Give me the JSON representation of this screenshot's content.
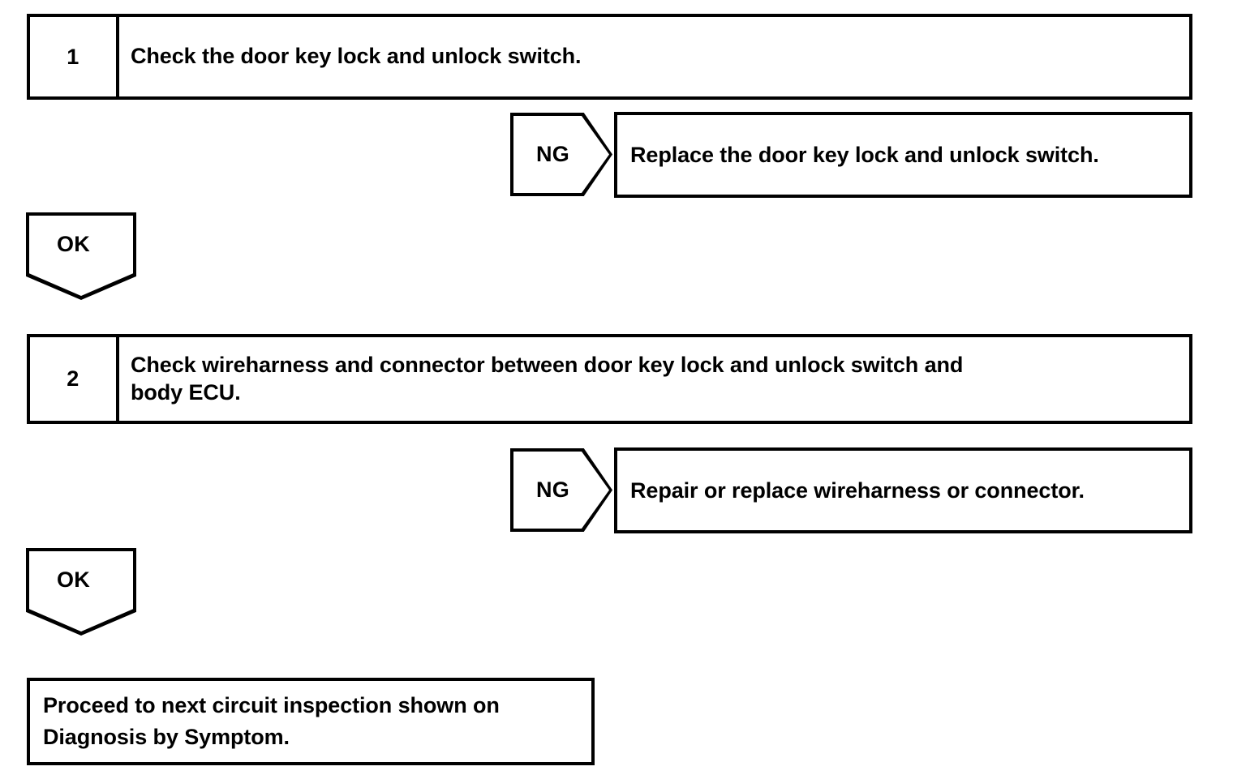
{
  "diagram": {
    "type": "troubleshooting-flowchart",
    "title": "",
    "colors": {
      "line": "#000000",
      "background": "#ffffff",
      "text": "#000000"
    },
    "steps": [
      {
        "number": "1",
        "text": "Check the door key lock and unlock switch.",
        "ng_label": "NG",
        "ng_result": "Replace the door key lock and unlock switch.",
        "ok_label": "OK"
      },
      {
        "number": "2",
        "text_line1": "Check wireharness and connector between door key lock and unlock switch and",
        "text_line2": "body ECU.",
        "ng_label": "NG",
        "ng_result": "Repair or replace wireharness or connector.",
        "ok_label": "OK"
      }
    ],
    "final": {
      "line1": "Proceed to next circuit inspection shown on",
      "line2": "Diagnosis by Symptom."
    }
  }
}
